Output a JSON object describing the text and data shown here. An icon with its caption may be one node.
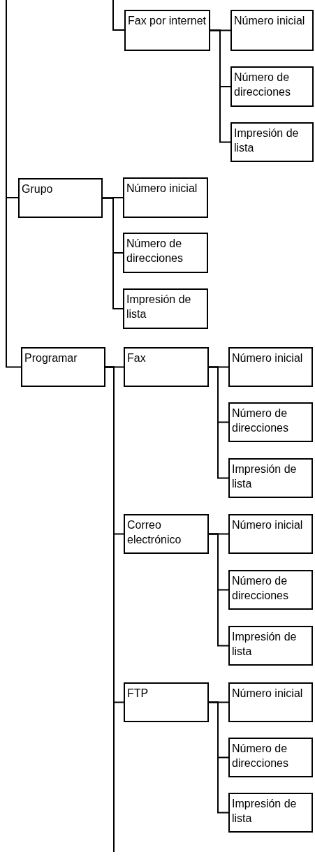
{
  "diagram": {
    "nodes": [
      {
        "text": [
          "Fax por internet"
        ]
      },
      {
        "text": [
          "Número inicial"
        ]
      },
      {
        "text": [
          "Número de direcciones"
        ]
      },
      {
        "text": [
          "Impresión de lista"
        ]
      },
      {
        "text": [
          "Grupo"
        ]
      },
      {
        "text": [
          "Número inicial"
        ]
      },
      {
        "text": [
          "Número de direcciones"
        ]
      },
      {
        "text": [
          "Impresión de lista"
        ]
      },
      {
        "text": [
          "Programar"
        ]
      },
      {
        "text": [
          "Fax"
        ]
      },
      {
        "text": [
          "Número inicial"
        ]
      },
      {
        "text": [
          "Número de direcciones"
        ]
      },
      {
        "text": [
          "Impresión de lista"
        ]
      },
      {
        "text": [
          "Correo electrónico"
        ]
      },
      {
        "text": [
          "Número inicial"
        ]
      },
      {
        "text": [
          "Número de direcciones"
        ]
      },
      {
        "text": [
          "Impresión de lista"
        ]
      },
      {
        "text": [
          "FTP"
        ]
      },
      {
        "text": [
          "Número inicial"
        ]
      },
      {
        "text": [
          "Número de direcciones"
        ]
      },
      {
        "text": [
          "Impresión de lista"
        ]
      }
    ],
    "edges": [
      {
        "from": null,
        "to": 0,
        "arrow": "none"
      },
      {
        "from": 0,
        "to": 1,
        "arrow": "none"
      },
      {
        "from": 0,
        "to": 2,
        "arrow": "none"
      },
      {
        "from": 0,
        "to": 3,
        "arrow": "none"
      },
      {
        "from": null,
        "to": 4,
        "arrow": "none"
      },
      {
        "from": 4,
        "to": 5,
        "arrow": "none"
      },
      {
        "from": 4,
        "to": 6,
        "arrow": "none"
      },
      {
        "from": 4,
        "to": 7,
        "arrow": "none"
      },
      {
        "from": null,
        "to": 8,
        "arrow": "none"
      },
      {
        "from": 8,
        "to": 9,
        "arrow": "none"
      },
      {
        "from": 9,
        "to": 10,
        "arrow": "none"
      },
      {
        "from": 9,
        "to": 11,
        "arrow": "none"
      },
      {
        "from": 9,
        "to": 12,
        "arrow": "none"
      },
      {
        "from": 8,
        "to": 13,
        "arrow": "none"
      },
      {
        "from": 13,
        "to": 14,
        "arrow": "none"
      },
      {
        "from": 13,
        "to": 15,
        "arrow": "none"
      },
      {
        "from": 13,
        "to": 16,
        "arrow": "none"
      },
      {
        "from": 8,
        "to": 17,
        "arrow": "none"
      },
      {
        "from": 17,
        "to": 18,
        "arrow": "none"
      },
      {
        "from": 17,
        "to": 19,
        "arrow": "none"
      },
      {
        "from": 17,
        "to": 20,
        "arrow": "none"
      },
      {
        "from": 8,
        "to": null,
        "arrow": "none"
      }
    ]
  }
}
